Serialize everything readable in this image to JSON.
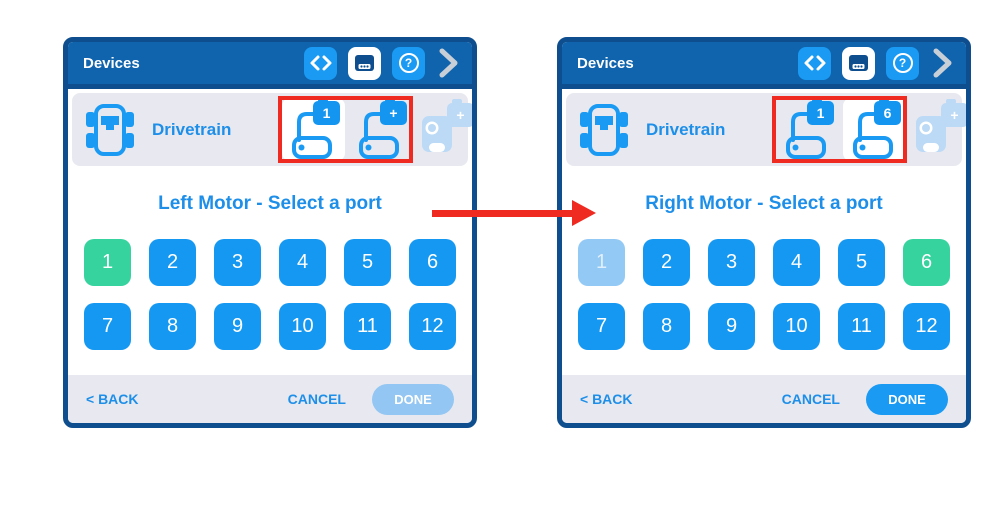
{
  "colors": {
    "panel_border": "#0e4e8e",
    "header_bar": "#0f64ad",
    "accent_blue": "#1a9af2",
    "port_blue": "#1598f2",
    "port_green": "#36d39e",
    "port_disabled": "#93c9f5",
    "row_gray": "#e8e9f0",
    "link_blue": "#1e8fe9",
    "annotation_red": "#ee2a21",
    "done_disabled": "#93c6f2"
  },
  "header": {
    "title": "Devices",
    "icons": [
      {
        "name": "code-icon"
      },
      {
        "name": "brain-icon",
        "active": true
      },
      {
        "name": "help-icon",
        "glyph": "?"
      },
      {
        "name": "chevron-right-icon"
      }
    ]
  },
  "panels": [
    {
      "name": "left-motor-step",
      "device": {
        "label": "Drivetrain"
      },
      "badges": [
        {
          "value": "1",
          "type": "motor",
          "active_tile": true,
          "highlighted": true
        },
        {
          "value": "+",
          "type": "motor",
          "active_tile": false,
          "highlighted": true
        },
        {
          "value": "+",
          "type": "gyro",
          "disabled": true
        }
      ],
      "title": "Left Motor - Select a port",
      "ports": [
        {
          "n": "1",
          "state": "selected"
        },
        {
          "n": "2",
          "state": "default"
        },
        {
          "n": "3",
          "state": "default"
        },
        {
          "n": "4",
          "state": "default"
        },
        {
          "n": "5",
          "state": "default"
        },
        {
          "n": "6",
          "state": "default"
        },
        {
          "n": "7",
          "state": "default"
        },
        {
          "n": "8",
          "state": "default"
        },
        {
          "n": "9",
          "state": "default"
        },
        {
          "n": "10",
          "state": "default"
        },
        {
          "n": "11",
          "state": "default"
        },
        {
          "n": "12",
          "state": "default"
        }
      ],
      "footer": {
        "back": "< BACK",
        "cancel": "CANCEL",
        "done": "DONE",
        "done_enabled": false
      }
    },
    {
      "name": "right-motor-step",
      "device": {
        "label": "Drivetrain"
      },
      "badges": [
        {
          "value": "1",
          "type": "motor",
          "active_tile": false,
          "highlighted": true
        },
        {
          "value": "6",
          "type": "motor",
          "active_tile": true,
          "highlighted": true
        },
        {
          "value": "+",
          "type": "gyro",
          "disabled": true
        }
      ],
      "title": "Right Motor - Select a port",
      "ports": [
        {
          "n": "1",
          "state": "disabled"
        },
        {
          "n": "2",
          "state": "default"
        },
        {
          "n": "3",
          "state": "default"
        },
        {
          "n": "4",
          "state": "default"
        },
        {
          "n": "5",
          "state": "default"
        },
        {
          "n": "6",
          "state": "selected"
        },
        {
          "n": "7",
          "state": "default"
        },
        {
          "n": "8",
          "state": "default"
        },
        {
          "n": "9",
          "state": "default"
        },
        {
          "n": "10",
          "state": "default"
        },
        {
          "n": "11",
          "state": "default"
        },
        {
          "n": "12",
          "state": "default"
        }
      ],
      "footer": {
        "back": "< BACK",
        "cancel": "CANCEL",
        "done": "DONE",
        "done_enabled": true
      }
    }
  ]
}
